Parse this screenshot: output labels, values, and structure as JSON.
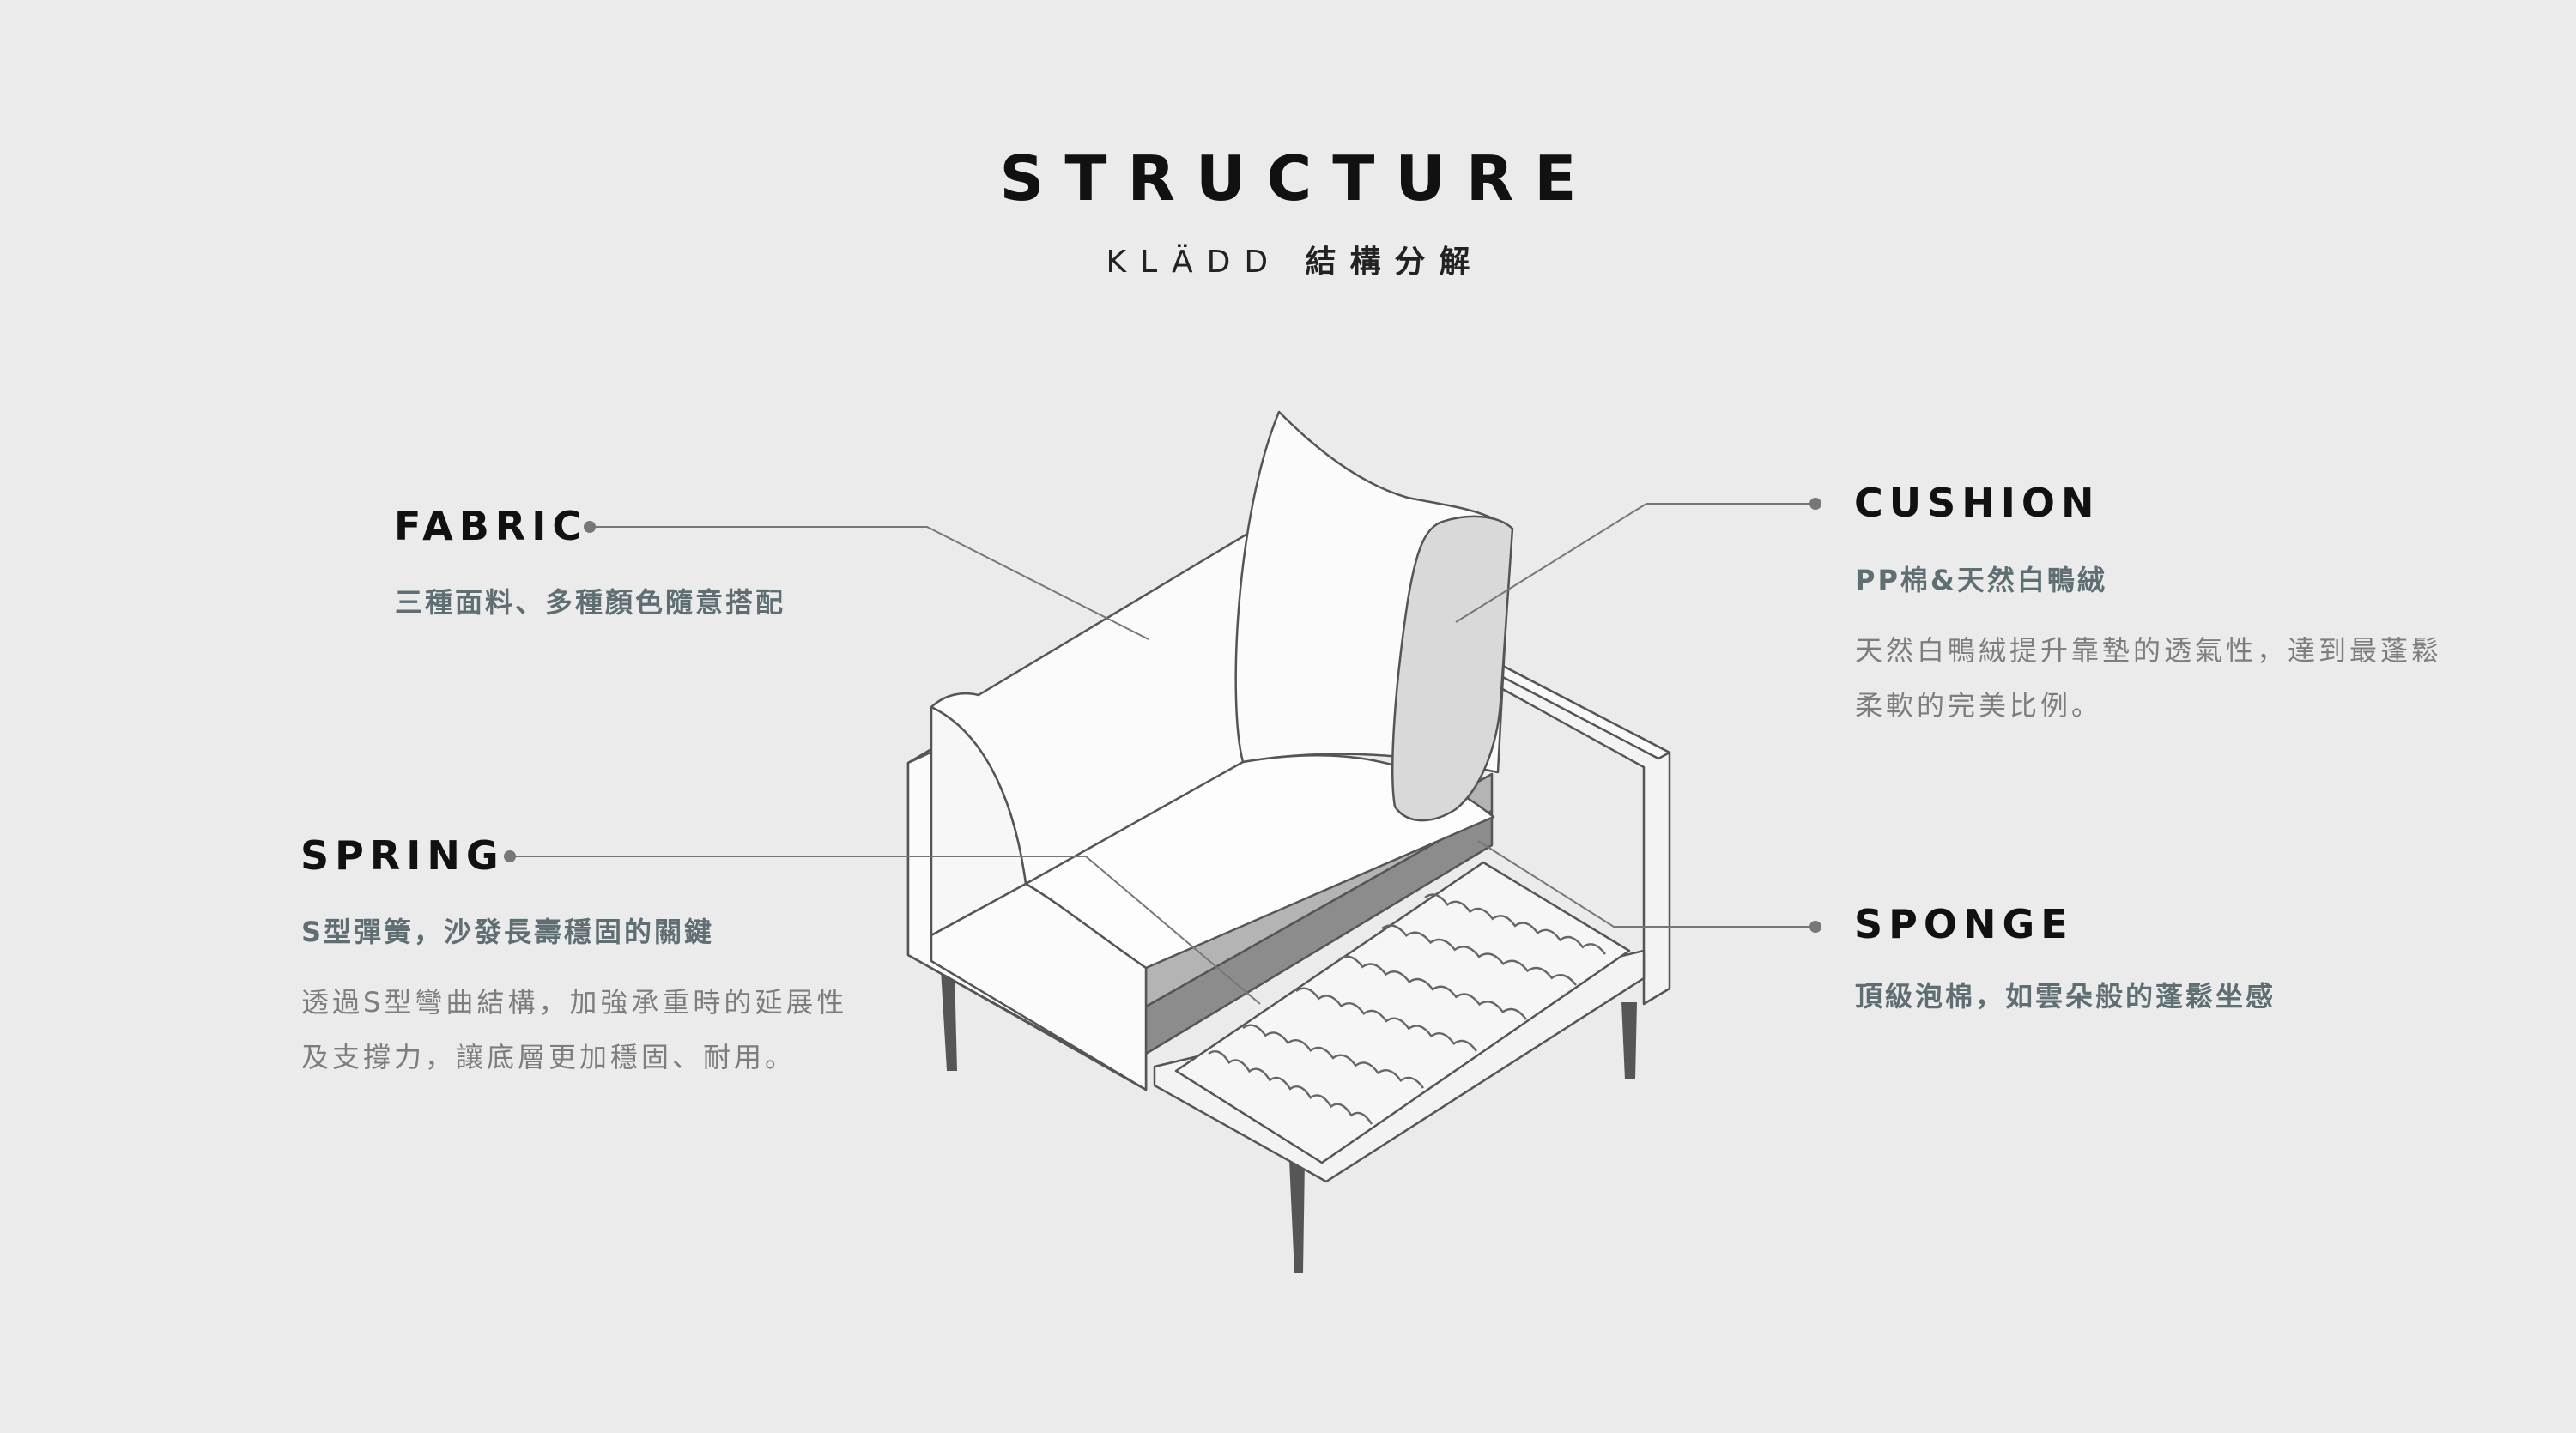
{
  "header": {
    "title": "STRUCTURE",
    "subtitle_brand": "KLÄDD",
    "subtitle_zh": "結構分解"
  },
  "callouts": {
    "fabric": {
      "label": "FABRIC",
      "sub": "三種面料、多種顏色隨意搭配"
    },
    "spring": {
      "label": "SPRING",
      "sub": "S型彈簧，沙發長壽穩固的關鍵",
      "desc": "透過S型彎曲結構，加強承重時的延展性及支撐力，讓底層更加穩固、耐用。"
    },
    "cushion": {
      "label": "CUSHION",
      "sub": "PP棉&天然白鴨絨",
      "desc": "天然白鴨絨提升靠墊的透氣性，達到最蓬鬆柔軟的完美比例。"
    },
    "sponge": {
      "label": "SPONGE",
      "sub": "頂級泡棉，如雲朵般的蓬鬆坐感"
    }
  },
  "colors": {
    "background": "#ebebeb",
    "outline": "#555555",
    "leader": "#777777",
    "cushion_fill": "#d9d9d9",
    "foam_light": "#b4b4b4",
    "foam_dark": "#8c8c8c",
    "legs": "#565656",
    "spring": "#666666",
    "subtext": "#5e6e73",
    "desc_text": "#7d7d7d"
  }
}
